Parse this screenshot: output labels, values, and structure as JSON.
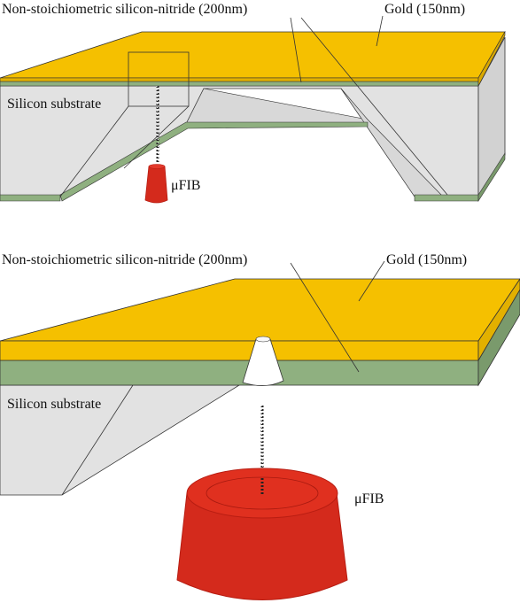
{
  "top_panel": {
    "nitride_label": "Non-stoichiometric silicon-nitride (200nm)",
    "gold_label": "Gold (150nm)",
    "substrate_label": "Silicon substrate",
    "fib_label": "μFIB"
  },
  "bottom_panel": {
    "nitride_label": "Non-stoichiometric silicon-nitride (200nm)",
    "gold_label": "Gold (150nm)",
    "substrate_label": "Silicon substrate",
    "fib_label": "μFIB"
  },
  "colors": {
    "gold": "#f5c000",
    "gold_side": "#e2b000",
    "nitride": "#8fb080",
    "substrate": "#e2e2e2",
    "fib": "#d42a1c",
    "fib_dark": "#b81d12",
    "outline": "#333333"
  },
  "icons": [
    "ion-beam-icon",
    "fib-source-icon"
  ]
}
